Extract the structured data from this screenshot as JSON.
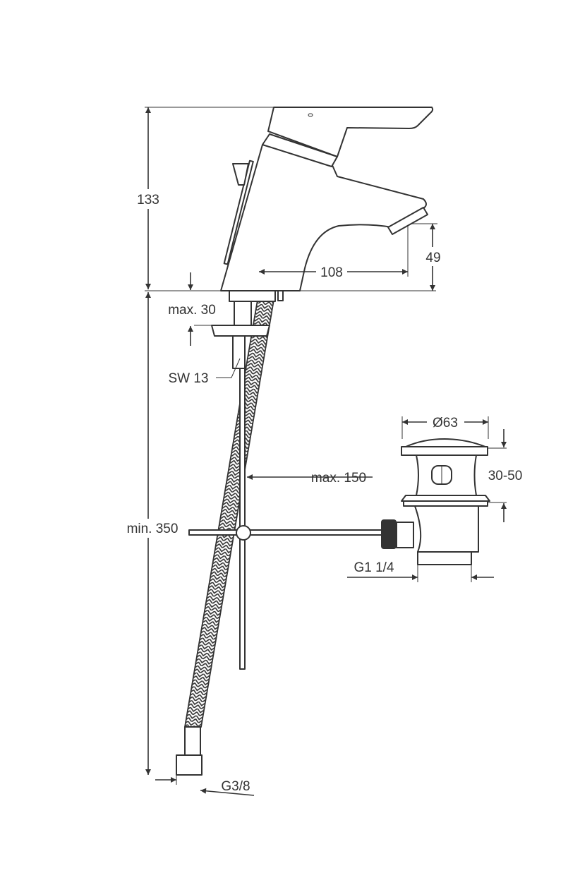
{
  "drawing": {
    "type": "technical dimension drawing",
    "line_color": "#333333",
    "dimensions": {
      "total_height": "133",
      "spout_height": "49",
      "spout_reach": "108",
      "max_thickness": "max. 30",
      "wrench_size": "SW 13",
      "waste_diameter": "Ø63",
      "waste_range": "30-50",
      "max_distance": "max. 150",
      "hose_length": "min. 350",
      "waste_thread": "G1 1/4",
      "hose_thread": "G3/8"
    }
  }
}
